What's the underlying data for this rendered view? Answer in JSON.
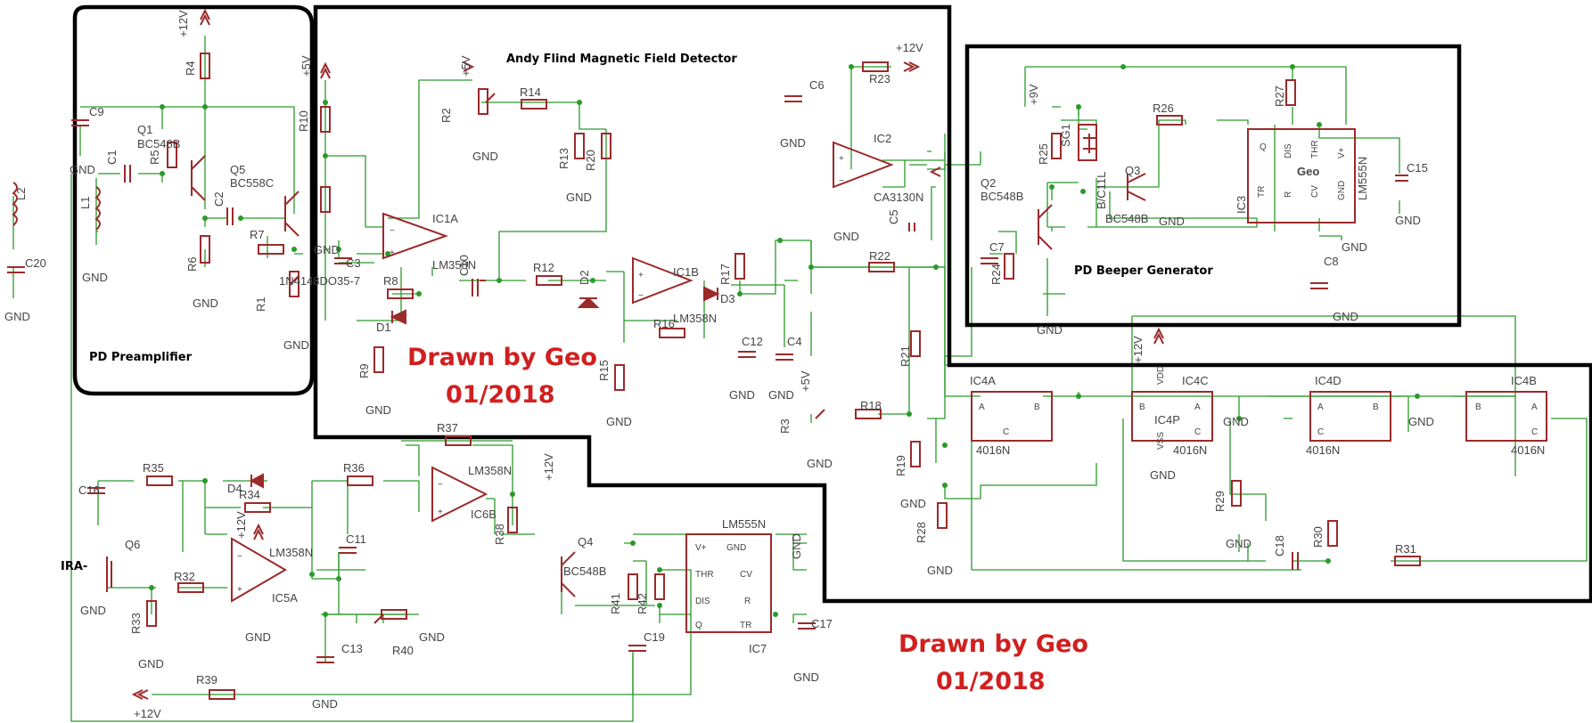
{
  "blocks": {
    "preamp": "PD Preamplifier",
    "detector": "Andy Flind Magnetic Field Detector",
    "beeper": "PD Beeper Generator"
  },
  "signatures": [
    {
      "line1": "Drawn by Geo",
      "line2": "01/2018"
    },
    {
      "line1": "Drawn by Geo",
      "line2": "01/2018"
    }
  ],
  "input_label": "IRA-",
  "supply": {
    "v12": "+12V",
    "v5": "+5V",
    "v9": "+9V",
    "gnd": "GND"
  },
  "parts": {
    "C1": "C1",
    "C2": "C2",
    "C3": "C3",
    "C4": "C4",
    "C5": "C5",
    "C6": "C6",
    "C7": "C7",
    "C8": "C8",
    "C9": "C9",
    "C10": "C10",
    "C11": "C11",
    "C12": "C12",
    "C13": "C13",
    "C15": "C15",
    "C16": "C16",
    "C17": "C17",
    "C18": "C18",
    "C19": "C19",
    "C20": "C20",
    "R1": "R1",
    "R2": "R2",
    "R3": "R3",
    "R4": "R4",
    "R5": "R5",
    "R6": "R6",
    "R7": "R7",
    "R8": "R8",
    "R9": "R9",
    "R10": "R10",
    "R12": "R12",
    "R13": "R13",
    "R14": "R14",
    "R15": "R15",
    "R16": "R16",
    "R17": "R17",
    "R18": "R18",
    "R19": "R19",
    "R20": "R20",
    "R21": "R21",
    "R22": "R22",
    "R23": "R23",
    "R24": "R24",
    "R25": "R25",
    "R26": "R26",
    "R27": "R27",
    "R28": "R28",
    "R29": "R29",
    "R30": "R30",
    "R31": "R31",
    "R32": "R32",
    "R33": "R33",
    "R34": "R34",
    "R35": "R35",
    "R36": "R36",
    "R37": "R37",
    "R38": "R38",
    "R39": "R39",
    "R40": "R40",
    "R41": "R41",
    "R42": "R42",
    "L1": "L1",
    "L2": "L2",
    "Q1": "Q1",
    "Q2": "Q2",
    "Q3": "Q3",
    "Q4": "Q4",
    "Q5": "Q5",
    "Q6": "Q6",
    "D1": "D1",
    "D2": "D2",
    "D3": "D3",
    "D4": "D4",
    "IC1A": "IC1A",
    "IC1B": "IC1B",
    "IC2": "IC2",
    "IC3": "IC3",
    "IC4A": "IC4A",
    "IC4B": "IC4B",
    "IC4C": "IC4C",
    "IC4D": "IC4D",
    "IC4P": "IC4P",
    "IC5A": "IC5A",
    "IC6B": "IC6B",
    "IC7": "IC7",
    "SG1": "SG1"
  },
  "values": {
    "bc548b": "BC548B",
    "bc558c": "BC558C",
    "lm358n": "LM358N",
    "ca3130n": "CA3130N",
    "n4016": "4016N",
    "lm555n": "LM555N",
    "diode": "1N4148DO35-7",
    "buzzer": "B/C11L",
    "geo": "Geo"
  },
  "pins555": {
    "tr": "TR",
    "q": "Q",
    "dis": "DIS",
    "thr": "THR",
    "r": "R",
    "cv": "CV",
    "gnd": "GND",
    "vp": "V+"
  },
  "pins4016": {
    "a": "A",
    "b": "B",
    "c": "C"
  },
  "misc": {
    "vdd": "VDD",
    "vss": "VSS"
  }
}
